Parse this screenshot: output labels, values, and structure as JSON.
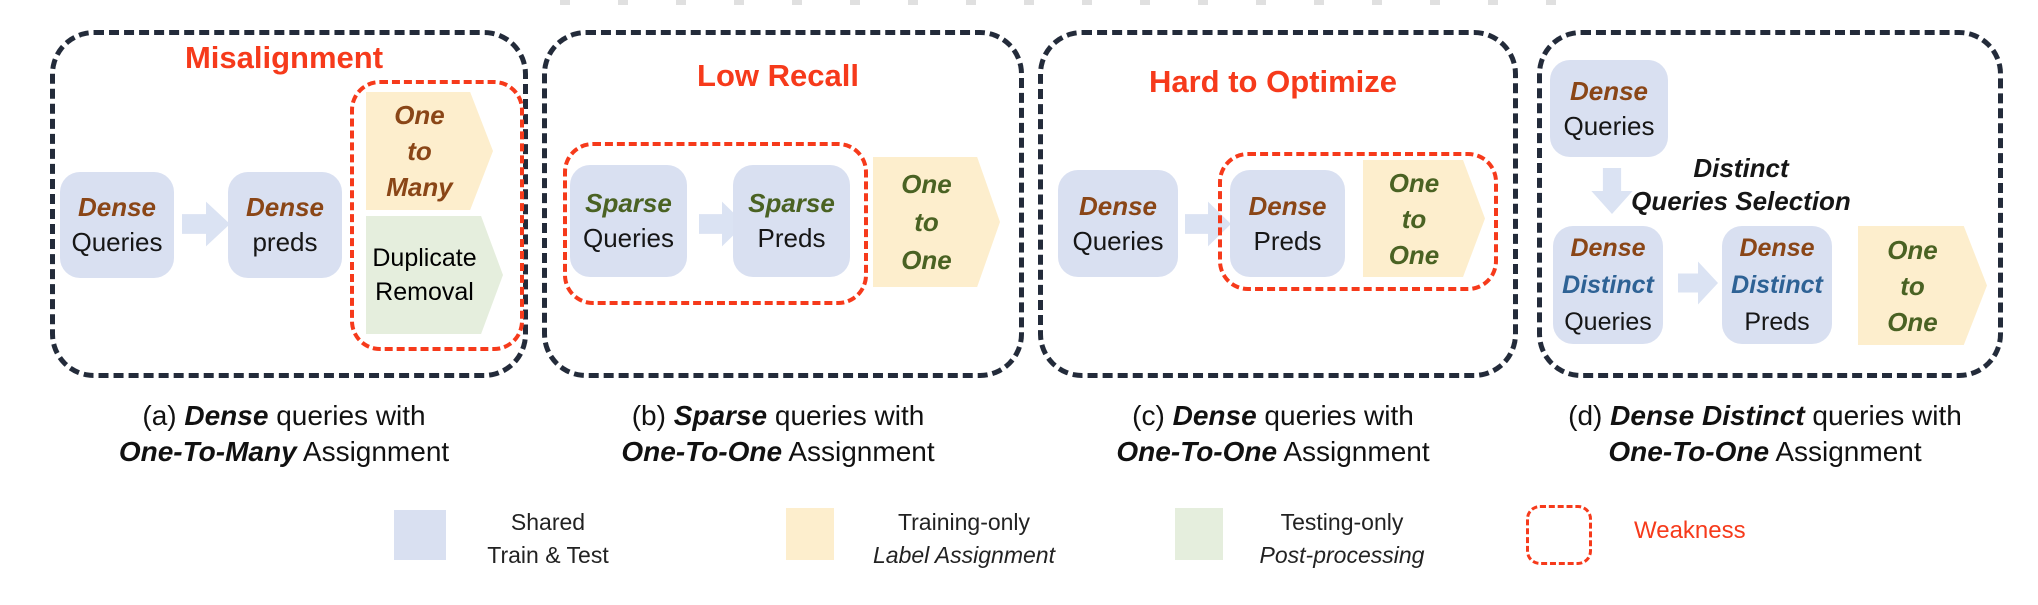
{
  "colors": {
    "shared_fill": "#d9e0f1",
    "training_fill": "#fdeecd",
    "testing_fill": "#e5eedd",
    "weakness_red": "#f63a1b",
    "frame_dark": "#232b3a",
    "dense_brown": "#8a4617",
    "sparse_one_to_one_green": "#4a6223",
    "distinct_blue": "#2e6295"
  },
  "panels": {
    "a": {
      "title": "Misalignment",
      "query_box": {
        "emph": "Dense",
        "label": "Queries"
      },
      "pred_box": {
        "emph": "Dense",
        "label": "preds"
      },
      "assignment": [
        "One",
        "to",
        "Many"
      ],
      "post_processing": [
        "Duplicate",
        "Removal"
      ],
      "caption": {
        "prefix": "(a) ",
        "emph1": "Dense",
        "mid": " queries with",
        "emph2": "One-To-Many",
        "suffix": " Assignment"
      }
    },
    "b": {
      "title": "Low Recall",
      "query_box": {
        "emph": "Sparse",
        "label": "Queries"
      },
      "pred_box": {
        "emph": "Sparse",
        "label": "Preds"
      },
      "assignment": [
        "One",
        "to",
        "One"
      ],
      "caption": {
        "prefix": "(b) ",
        "emph1": "Sparse",
        "mid": " queries with",
        "emph2": "One-To-One",
        "suffix": " Assignment"
      }
    },
    "c": {
      "title": "Hard to Optimize",
      "query_box": {
        "emph": "Dense",
        "label": "Queries"
      },
      "pred_box": {
        "emph": "Dense",
        "label": "Preds"
      },
      "assignment": [
        "One",
        "to",
        "One"
      ],
      "caption": {
        "prefix": "(c) ",
        "emph1": "Dense",
        "mid": " queries with",
        "emph2": "One-To-One",
        "suffix": " Assignment"
      }
    },
    "d": {
      "query_box": {
        "emph": "Dense",
        "label": "Queries"
      },
      "selection_label": [
        "Distinct",
        "Queries Selection"
      ],
      "distinct_query_box": {
        "emph1": "Dense",
        "emph2": "Distinct",
        "label": "Queries"
      },
      "distinct_pred_box": {
        "emph1": "Dense",
        "emph2": "Distinct",
        "label": "Preds"
      },
      "assignment": [
        "One",
        "to",
        "One"
      ],
      "caption": {
        "prefix": "(d) ",
        "emph1": "Dense Distinct",
        "mid": " queries with",
        "emph2": "One-To-One",
        "suffix": " Assignment"
      }
    }
  },
  "legend": {
    "shared": {
      "line1": "Shared",
      "line2": "Train & Test"
    },
    "training": {
      "line1": "Training-only",
      "line2": "Label Assignment"
    },
    "testing": {
      "line1": "Testing-only",
      "line2": "Post-processing"
    },
    "weakness": {
      "label": "Weakness"
    }
  }
}
